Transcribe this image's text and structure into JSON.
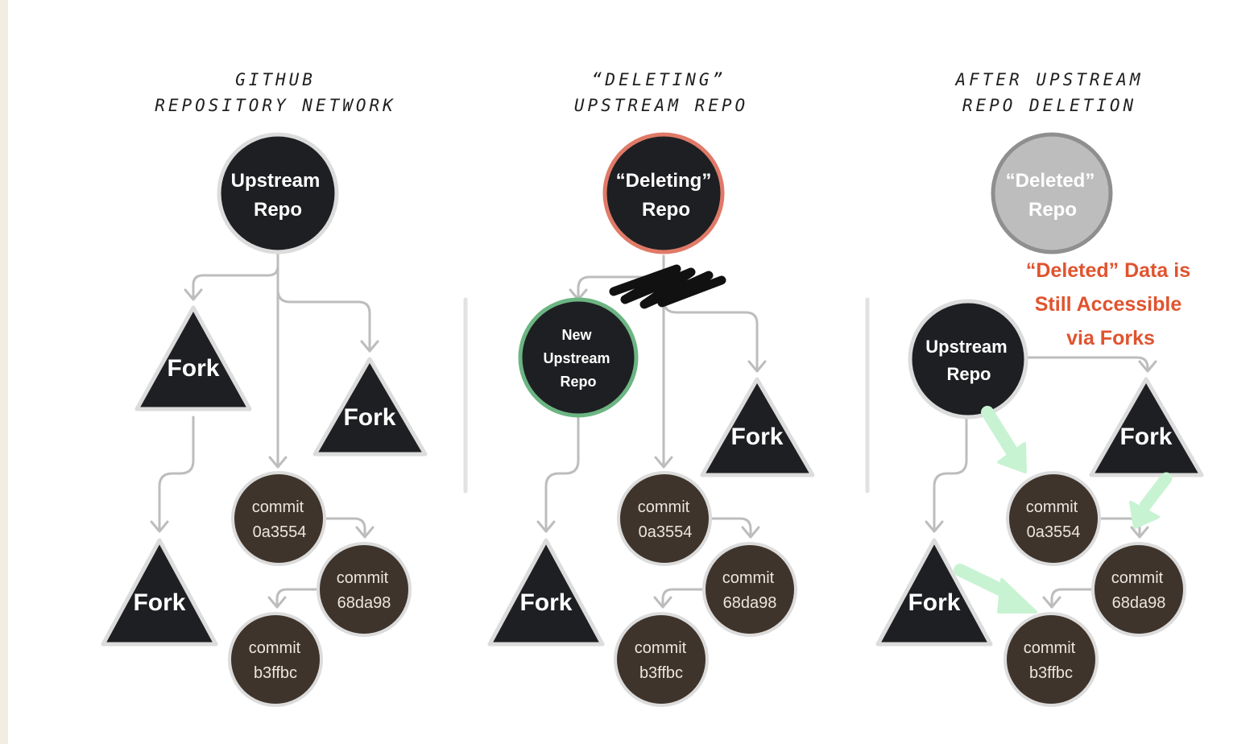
{
  "panels": [
    {
      "title_line1": "GITHUB",
      "title_line2": "REPOSITORY NETWORK",
      "upstream_line1": "Upstream",
      "upstream_line2": "Repo",
      "fork_label": "Fork",
      "commits": [
        {
          "line1": "commit",
          "line2": "0a3554"
        },
        {
          "line1": "commit",
          "line2": "68da98"
        },
        {
          "line1": "commit",
          "line2": "b3ffbc"
        }
      ]
    },
    {
      "title_line1": "“DELETING”",
      "title_line2": "UPSTREAM REPO",
      "upstream_line1": "“Deleting”",
      "upstream_line2": "Repo",
      "new_upstream_line1": "New",
      "new_upstream_line2": "Upstream",
      "new_upstream_line3": "Repo",
      "fork_label": "Fork",
      "commits": [
        {
          "line1": "commit",
          "line2": "0a3554"
        },
        {
          "line1": "commit",
          "line2": "68da98"
        },
        {
          "line1": "commit",
          "line2": "b3ffbc"
        }
      ]
    },
    {
      "title_line1": "AFTER UPSTREAM",
      "title_line2": "REPO DELETION",
      "deleted_line1": "“Deleted”",
      "deleted_line2": "Repo",
      "upstream_line1": "Upstream",
      "upstream_line2": "Repo",
      "fork_label": "Fork",
      "annotation_line1": "“Deleted” Data is",
      "annotation_line2": "Still Accessible",
      "annotation_line3": "via Forks",
      "commits": [
        {
          "line1": "commit",
          "line2": "0a3554"
        },
        {
          "line1": "commit",
          "line2": "68da98"
        },
        {
          "line1": "commit",
          "line2": "b3ffbc"
        }
      ]
    }
  ],
  "colors": {
    "node_fill": "#1e1f22",
    "commit_fill": "#3f342b",
    "node_outline": "#dcdcdc",
    "deleting_outline": "#e07a68",
    "new_upstream_outline": "#6cb583",
    "deleted_fill": "#bdbdbd",
    "deleted_outline": "#8f8f8f",
    "edge_color": "#bdbdbd",
    "highlight_arrow": "#c8f3d2",
    "annotation_color": "#e0532e",
    "divider_color": "#e2e2e2"
  }
}
